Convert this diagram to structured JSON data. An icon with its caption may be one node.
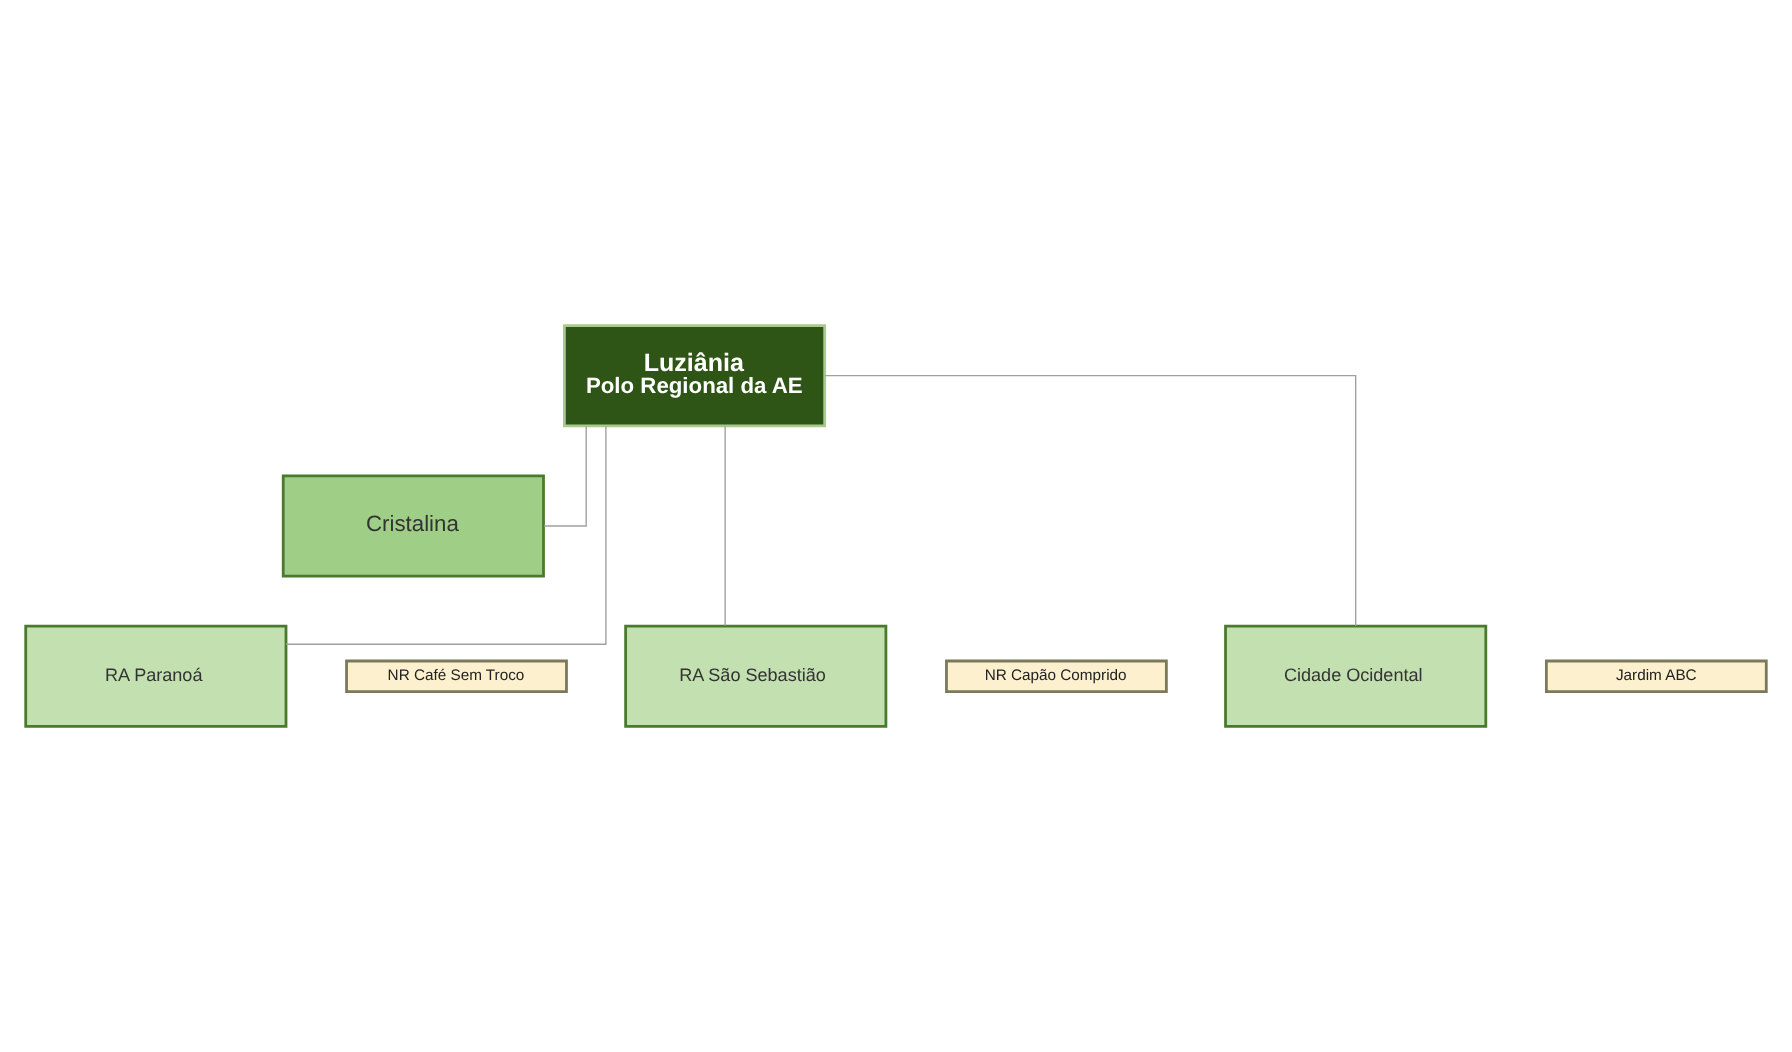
{
  "diagram": {
    "nodes": [
      {
        "text": [
          "Luziânia",
          "Polo Regional da AE"
        ]
      },
      {
        "text": [
          "Cristalina"
        ]
      },
      {
        "text": [
          "RA Paranoá"
        ]
      },
      {
        "text": [
          "RA São Sebastião"
        ]
      },
      {
        "text": [
          "Cidade Ocidental"
        ]
      },
      {
        "text": [
          "NR Café Sem Troco"
        ]
      },
      {
        "text": [
          "NR Capão Comprido"
        ]
      },
      {
        "text": [
          "Jardim ABC"
        ]
      }
    ],
    "edges": [
      {
        "from": 0,
        "to": 1,
        "arrow": "none"
      },
      {
        "from": 0,
        "to": 2,
        "arrow": "none"
      },
      {
        "from": 0,
        "to": 3,
        "arrow": "none"
      },
      {
        "from": 0,
        "to": 4,
        "arrow": "none"
      }
    ]
  }
}
